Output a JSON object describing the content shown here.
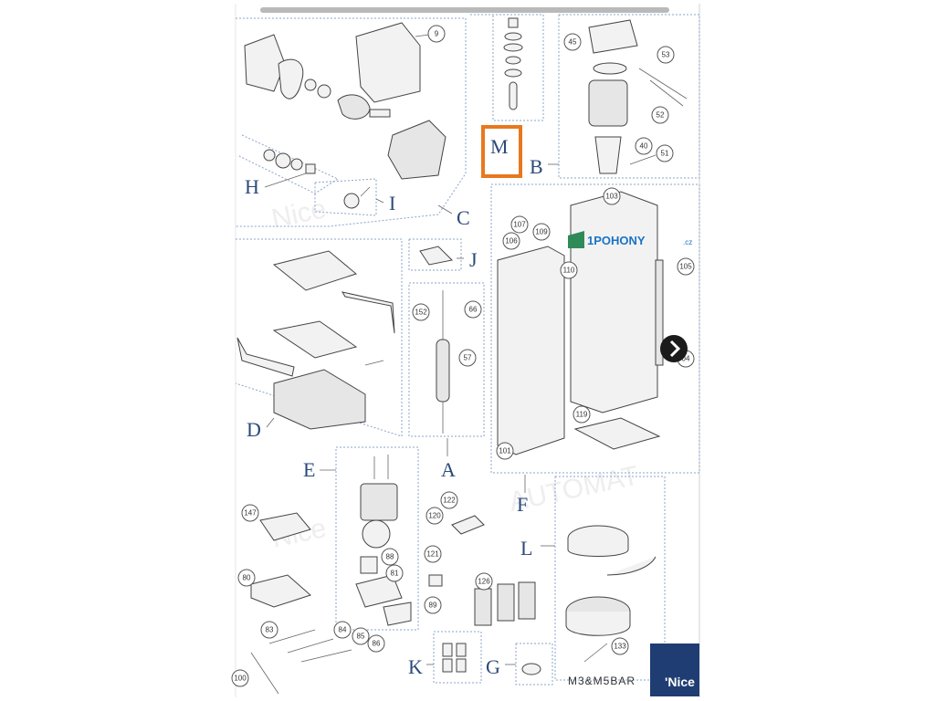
{
  "diagram": {
    "groups": [
      {
        "id": "M",
        "label": "M"
      },
      {
        "id": "B",
        "label": "B"
      },
      {
        "id": "C",
        "label": "C"
      },
      {
        "id": "H",
        "label": "H"
      },
      {
        "id": "I",
        "label": "I"
      },
      {
        "id": "J",
        "label": "J"
      },
      {
        "id": "D",
        "label": "D"
      },
      {
        "id": "A",
        "label": "A"
      },
      {
        "id": "E",
        "label": "E"
      },
      {
        "id": "F",
        "label": "F"
      },
      {
        "id": "L",
        "label": "L"
      },
      {
        "id": "K",
        "label": "K"
      },
      {
        "id": "G",
        "label": "G"
      }
    ],
    "callouts": [
      "9",
      "45",
      "53",
      "52",
      "40",
      "51",
      "103",
      "107",
      "109",
      "106",
      "110",
      "105",
      "66",
      "152",
      "57",
      "119",
      "101",
      "147",
      "122",
      "120",
      "121",
      "88",
      "81",
      "89",
      "80",
      "126",
      "83",
      "84",
      "85",
      "86",
      "100",
      "133",
      "04"
    ],
    "model_label": "M3&M5BAR",
    "brand_label": "'Nice",
    "watermark_logo": "1POHONY",
    "watermark_logo_suffix": ".cz",
    "colors": {
      "highlight_box": "#e8781e",
      "letters": "#2b4a7a",
      "brand_bg": "#1f3d73"
    }
  }
}
